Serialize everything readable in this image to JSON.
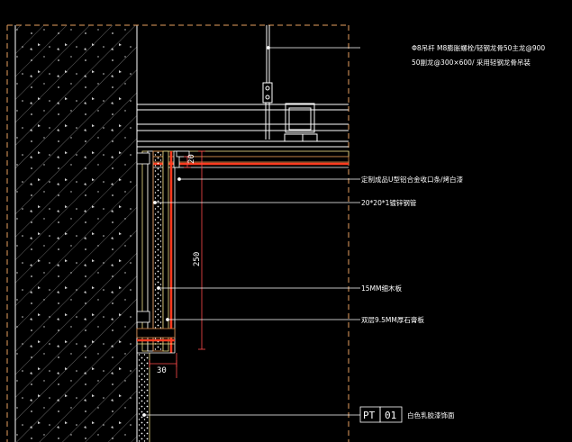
{
  "annotations": {
    "hanger_line1": "Φ8吊杆 M8膨胀螺栓/轻钢龙骨50主龙@900",
    "hanger_line2": "50副龙@300×600/ 采用轻钢龙骨吊装",
    "u_channel": "定制成品U型铝合金收口条/烤白漆",
    "square_tube": "20*20*1镀锌钢管",
    "board_15": "15MM细木板",
    "gypsum_95": "双层9.5MM厚石膏板",
    "pt_finish": "白色乳胶漆饰面"
  },
  "dimensions": {
    "d20": "20",
    "d250": "250",
    "d30": "30"
  },
  "tag": {
    "code": "PT",
    "number": "01"
  },
  "colors": {
    "background": "#000000",
    "wall_outline": "#ffffff",
    "hatch": "#bfbfbf",
    "leader": "#ffffff",
    "dim_line": "#ff4b4b",
    "dash_frame": "#e8a060",
    "finish_layer": "#ff3b1f",
    "core_wood": "#d98a4a",
    "gypsum": "#f1e08a"
  }
}
